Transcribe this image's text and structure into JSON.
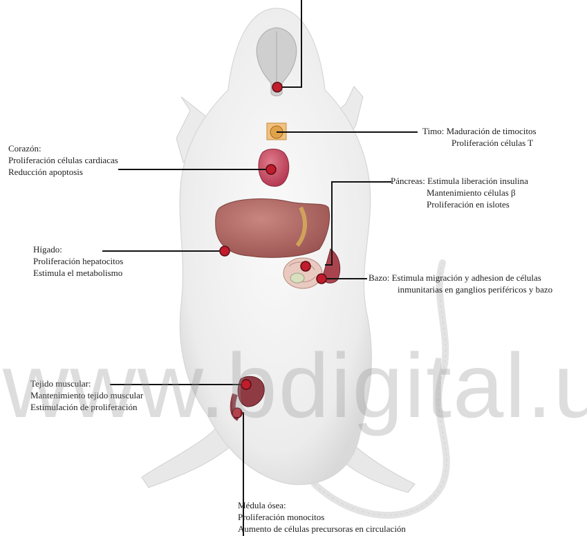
{
  "labels": {
    "timo": {
      "title": "Timo:",
      "lines": [
        "Maduración de timocitos",
        "Proliferación células T"
      ]
    },
    "corazon": {
      "title": "Corazón:",
      "lines": [
        "Proliferación células cardiacas",
        "Reducción apoptosis"
      ]
    },
    "pancreas": {
      "title": "Páncreas:",
      "lines": [
        "Estimula liberación insulina",
        "Mantenimiento células β",
        "Proliferación en islotes"
      ]
    },
    "higado": {
      "title": "Hígado:",
      "lines": [
        "Proliferación hepatocitos",
        "Estimula el metabolismo"
      ]
    },
    "bazo": {
      "title": "Bazo:",
      "lines": [
        "Estimula migración y adhesion de células",
        "inmunitarias en ganglios periféricos  y bazo"
      ]
    },
    "muscular": {
      "title": "Tejido muscular:",
      "lines": [
        "Mantenimiento tejido muscular",
        "Estimulación de proliferación"
      ]
    },
    "medula": {
      "title": "Médula ósea:",
      "lines": [
        "Proliferación monocitos",
        "Aumento de células precursoras en circulación"
      ]
    }
  },
  "watermark": "www.bdigital.ul",
  "colors": {
    "marker": "#c01c2c",
    "line": "#111111",
    "organ_liver": "#b8706c",
    "organ_heart": "#c94a5e",
    "thymus": "#e0a24a",
    "body": "#f1f1f1"
  }
}
